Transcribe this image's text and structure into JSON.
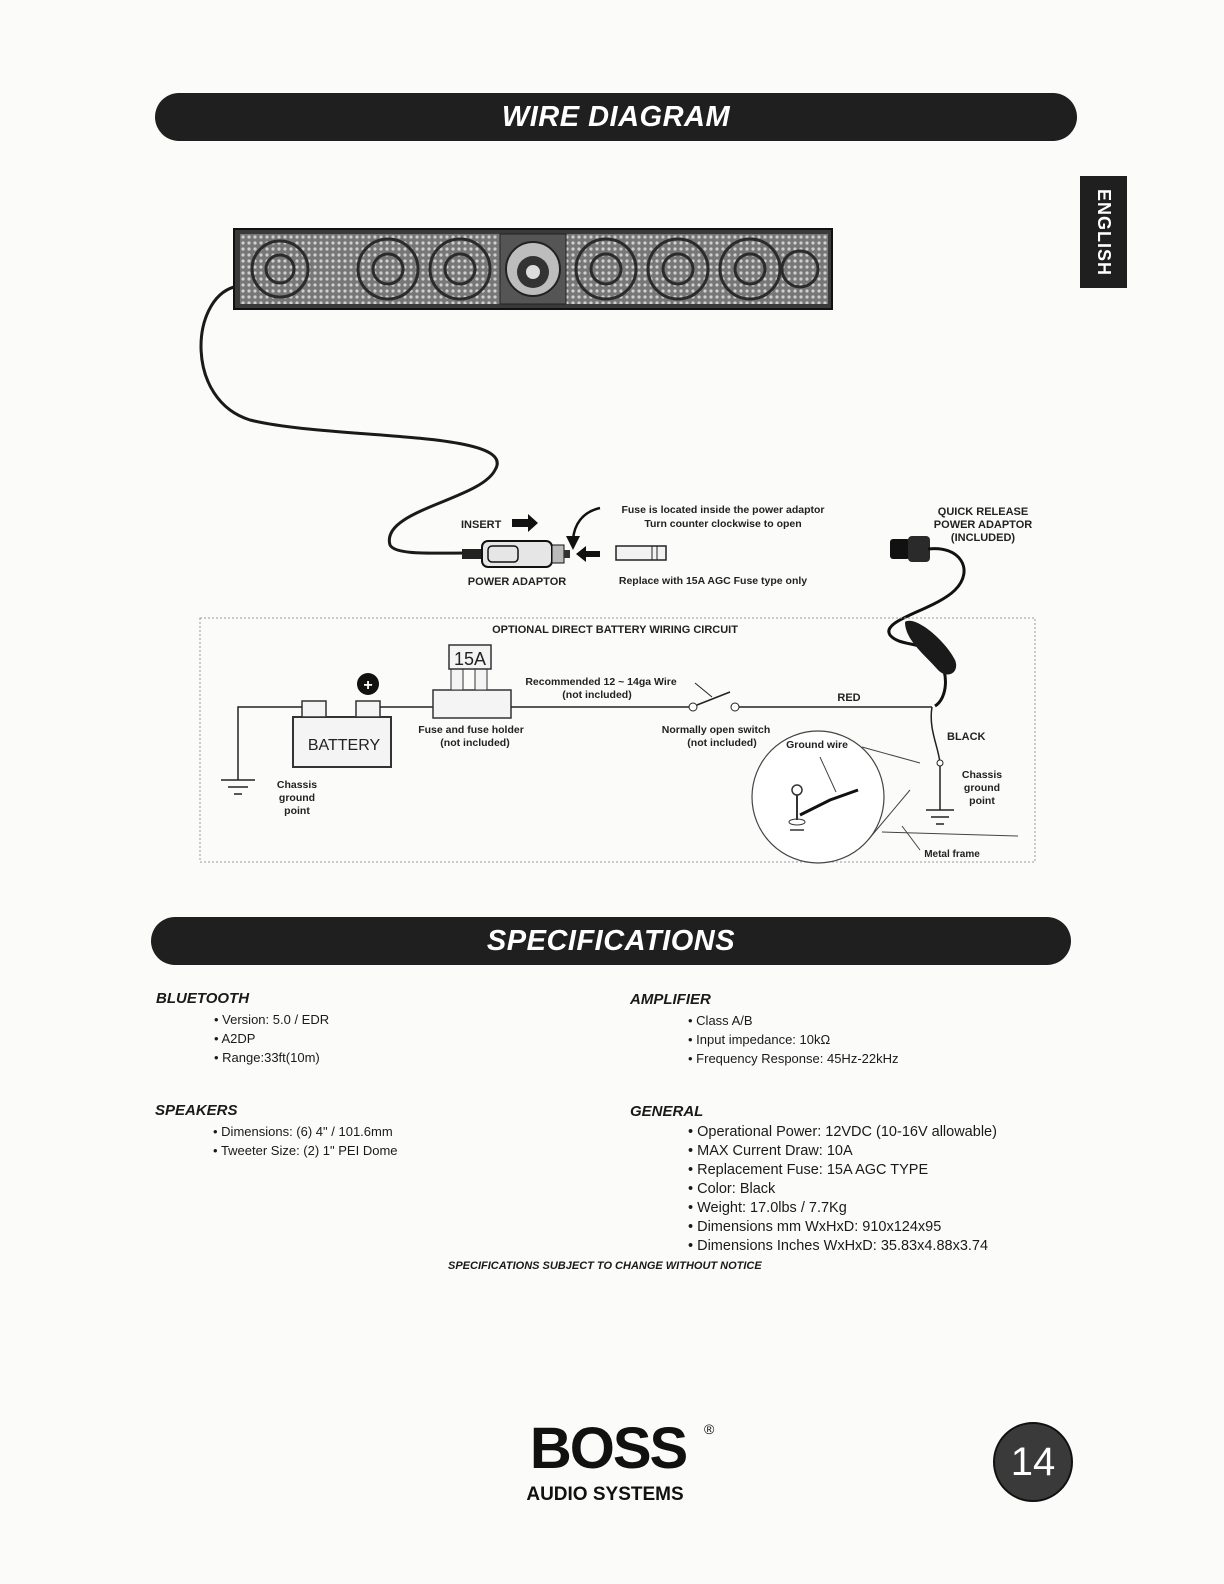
{
  "headers": {
    "wire_diagram": "WIRE DIAGRAM",
    "specifications": "SPECIFICATIONS"
  },
  "language_tab": "ENGLISH",
  "diagram": {
    "insert": "INSERT",
    "fuse_note_line1": "Fuse is located inside the power adaptor",
    "fuse_note_line2": "Turn counter clockwise to open",
    "power_adaptor": "POWER ADAPTOR",
    "replace_fuse": "Replace with 15A AGC Fuse type only",
    "quick_release_line1": "QUICK RELEASE",
    "quick_release_line2": "POWER ADAPTOR",
    "quick_release_line3": "(INCLUDED)",
    "optional_circuit": "OPTIONAL DIRECT BATTERY WIRING CIRCUIT",
    "fuse_rating": "15A",
    "recommended_wire_line1": "Recommended 12 ~ 14ga Wire",
    "recommended_wire_line2": "(not included)",
    "red": "RED",
    "black": "BLACK",
    "battery": "BATTERY",
    "fuse_holder_line1": "Fuse and fuse holder",
    "fuse_holder_line2": "(not included)",
    "switch_line1": "Normally open switch",
    "switch_line2": "(not included)",
    "ground_wire": "Ground wire",
    "chassis_line1": "Chassis",
    "chassis_line2": "ground",
    "chassis_line3": "point",
    "metal_frame": "Metal frame",
    "plus": "+"
  },
  "specs": {
    "bluetooth": {
      "title": "BLUETOOTH",
      "items": [
        "Version: 5.0 / EDR",
        "A2DP",
        "Range:33ft(10m)"
      ]
    },
    "speakers": {
      "title": "SPEAKERS",
      "items": [
        "Dimensions: (6) 4\" / 101.6mm",
        "Tweeter Size: (2) 1\" PEI Dome"
      ]
    },
    "amplifier": {
      "title": "AMPLIFIER",
      "items": [
        "Class A/B",
        "Input impedance: 10kΩ",
        "Frequency Response: 45Hz-22kHz"
      ]
    },
    "general": {
      "title": "GENERAL",
      "items": [
        "Operational Power: 12VDC (10-16V allowable)",
        "MAX Current Draw: 10A",
        "Replacement Fuse: 15A AGC TYPE",
        "Color: Black",
        "Weight: 17.0lbs / 7.7Kg",
        "Dimensions mm WxHxD: 910x124x95",
        "Dimensions Inches WxHxD: 35.83x4.88x3.74"
      ]
    }
  },
  "notice": "SPECIFICATIONS SUBJECT TO CHANGE WITHOUT NOTICE",
  "brand": {
    "logo_text": "BOSS",
    "registered": "®",
    "tagline": "AUDIO SYSTEMS"
  },
  "page_number": "14"
}
